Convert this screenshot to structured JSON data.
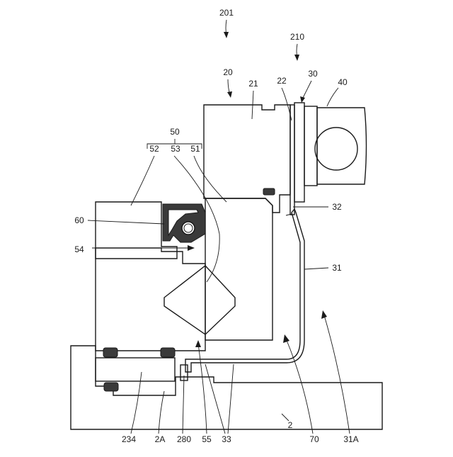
{
  "labels": {
    "l201": "201",
    "l210": "210",
    "l20": "20",
    "l21": "21",
    "l22": "22",
    "l30": "30",
    "l40": "40",
    "l50": "50",
    "l52": "52",
    "l53": "53",
    "l51": "51",
    "l60": "60",
    "l54": "54",
    "l32": "32",
    "l31": "31",
    "l234": "234",
    "l2A": "2A",
    "l280": "280",
    "l55": "55",
    "l33": "33",
    "l2": "2",
    "l70": "70",
    "l31A": "31A"
  },
  "colors": {
    "line": "#1a1a1a",
    "background": "#ffffff",
    "seal_fill": "#3a3a3a"
  }
}
